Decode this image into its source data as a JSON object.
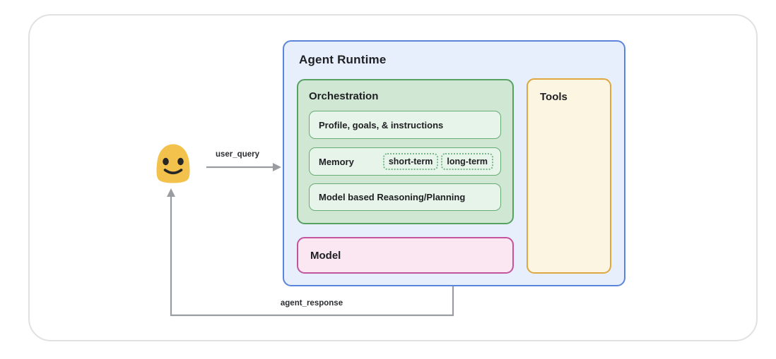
{
  "diagram": {
    "agent_runtime": {
      "title": "Agent Runtime"
    },
    "orchestration": {
      "title": "Orchestration",
      "items": [
        {
          "label": "Profile, goals, & instructions"
        },
        {
          "label": "Memory",
          "tags": [
            "short-term",
            "long-term"
          ]
        },
        {
          "label": "Model based Reasoning/Planning"
        }
      ]
    },
    "model": {
      "title": "Model"
    },
    "tools": {
      "title": "Tools"
    },
    "user": {
      "icon": "smiley-blob-emoji"
    },
    "edges": [
      {
        "label": "user_query",
        "from": "user",
        "to": "agent-runtime"
      },
      {
        "label": "agent_response",
        "from": "agent-runtime",
        "to": "user"
      }
    ],
    "colors": {
      "agent_runtime_bg": "#e8effc",
      "agent_runtime_border": "#5b85dd",
      "orchestration_bg": "#cfe7d3",
      "orchestration_border": "#57a263",
      "inner_item_bg": "#e7f4e9",
      "inner_item_border": "#68ab74",
      "memory_tag_border": "#79b989",
      "model_bg": "#fbe7f1",
      "model_border": "#c5549e",
      "tools_bg": "#fcf5e1",
      "tools_border": "#dea73f",
      "connector_gray": "#999ca1",
      "emoji_yellow": "#f2c24c",
      "text": "#202124"
    }
  }
}
